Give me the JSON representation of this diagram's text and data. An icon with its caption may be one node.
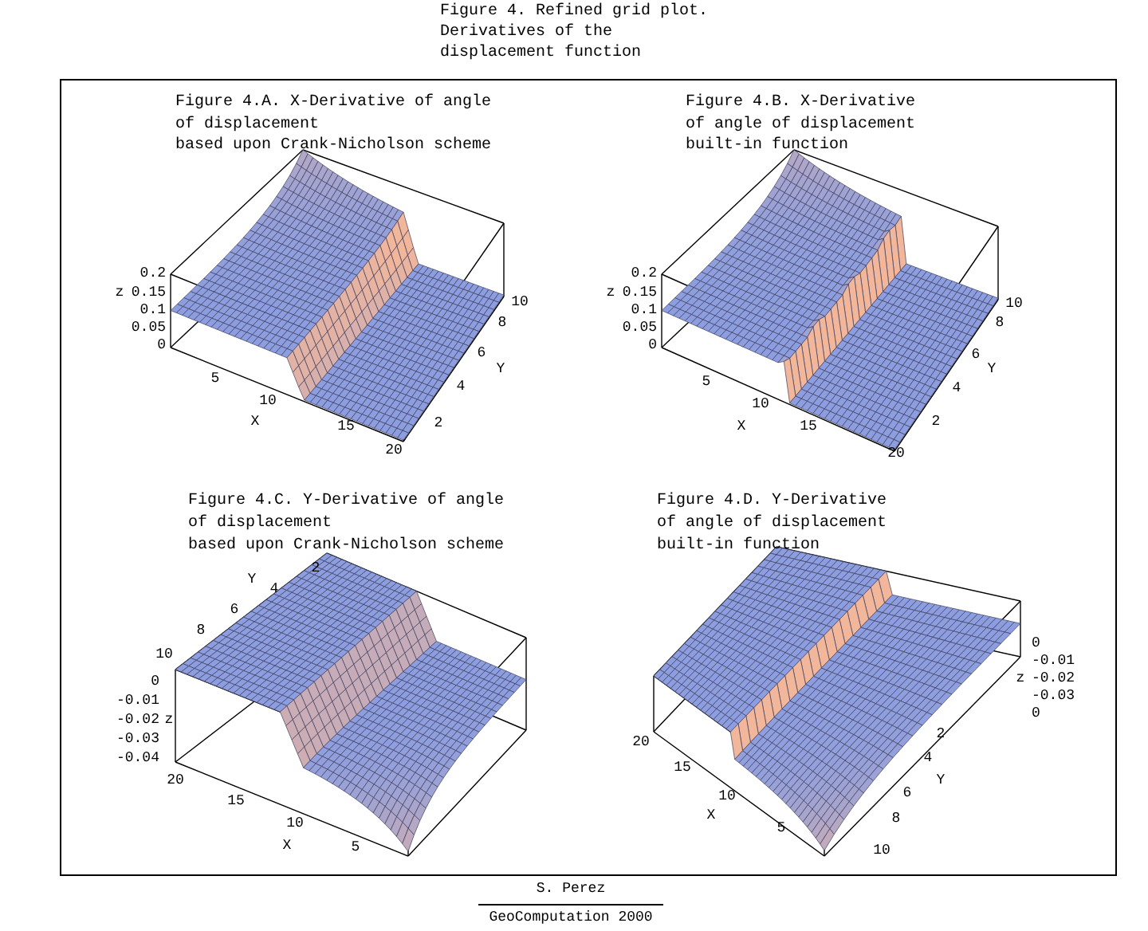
{
  "diagram": {
    "title": "Figure 4. Refined grid plot. Derivatives of the displacement function",
    "labels": [
      "Figure 4.A. X-Derivative of angle",
      "of displacement",
      "based upon Crank-Nicholson scheme",
      "0.2",
      "0.15",
      "0.1",
      "0.05",
      "0",
      "z",
      "5",
      "10",
      "X",
      "15",
      "20",
      "2",
      "4",
      "6",
      "Y",
      "8",
      "10",
      "Figure 4.B. X-Derivative",
      "of angle of displacement",
      "built-in function",
      "0.2",
      "0.15",
      "0.1",
      "0.05",
      "0",
      "z",
      "5",
      "10",
      "X",
      "15",
      "20",
      "2",
      "4",
      "6",
      "Y",
      "8",
      "10",
      "Figure 4.C. Y-Derivative of angle",
      "of displacement",
      "based upon Crank-Nicholson scheme",
      "2",
      "4",
      "6",
      "8",
      "10",
      "Y",
      "0",
      "-0.01",
      "-0.02",
      "-0.03",
      "-0.04",
      "z",
      "20",
      "15",
      "10",
      "X",
      "5",
      "Figure 4.D. Y-Derivative",
      "of angle of displacement",
      "built-in function",
      "0",
      "-0.01",
      "-0.02",
      "-0.03",
      "0",
      "z",
      "20",
      "15",
      "10",
      "X",
      "5",
      "2",
      "4",
      "Y",
      "6",
      "8",
      "10",
      "S. Perez",
      "GeoComputation 2000"
    ]
  }
}
